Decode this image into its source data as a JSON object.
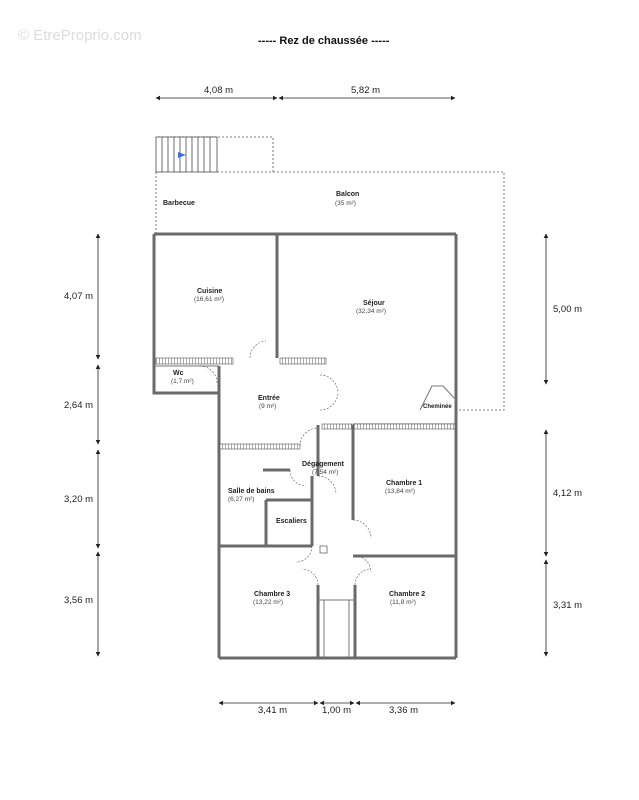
{
  "watermark": "© EtreProprio.com",
  "title": "-----  Rez de chaussée  -----",
  "dimensions": {
    "top": [
      "4,08 m",
      "5,82 m"
    ],
    "left": [
      "4,07 m",
      "2,64 m",
      "3,20 m",
      "3,56 m"
    ],
    "right": [
      "5,00 m",
      "4,12 m",
      "3,31 m"
    ],
    "bottom": [
      "3,41 m",
      "1,00 m",
      "3,36 m"
    ]
  },
  "rooms": {
    "barbecue": {
      "name": "Barbecue"
    },
    "balcon": {
      "name": "Balcon",
      "area": "(35 m²)"
    },
    "cuisine": {
      "name": "Cuisine",
      "area": "(16,61 m²)"
    },
    "sejour": {
      "name": "Séjour",
      "area": "(32,34 m²)"
    },
    "wc": {
      "name": "Wc",
      "area": "(1,7 m²)"
    },
    "entree": {
      "name": "Entrée",
      "area": "(9 m²)"
    },
    "cheminee": {
      "name": "Cheminée"
    },
    "degagement": {
      "name": "Dégagement",
      "area": "(7,54 m²)"
    },
    "chambre1": {
      "name": "Chambre 1",
      "area": "(13,84 m²)"
    },
    "salle_de_bains": {
      "name": "Salle de bains",
      "area": "(6,27 m²)"
    },
    "escaliers": {
      "name": "Escaliers"
    },
    "chambre3": {
      "name": "Chambre 3",
      "area": "(13,22 m²)"
    },
    "chambre2": {
      "name": "Chambre 2",
      "area": "(11,8 m²)"
    }
  }
}
